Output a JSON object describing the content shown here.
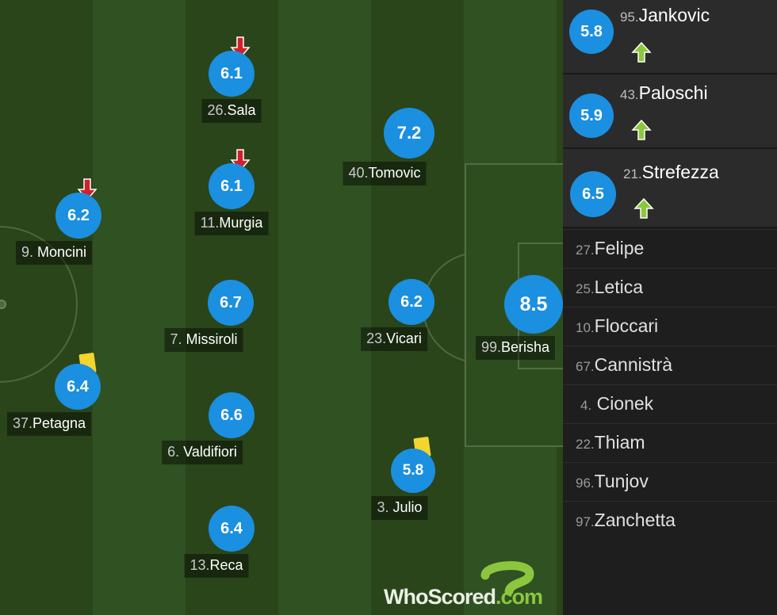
{
  "pitch": {
    "players": [
      {
        "id": "sala",
        "number": "26.",
        "name": "Sala",
        "rating": "6.1",
        "event": "sub-off"
      },
      {
        "id": "murgia",
        "number": "11.",
        "name": "Murgia",
        "rating": "6.1",
        "event": "sub-off"
      },
      {
        "id": "moncini",
        "number": "9.",
        "name": "Moncini",
        "rating": "6.2",
        "event": "sub-off"
      },
      {
        "id": "missiroli",
        "number": "7.",
        "name": "Missiroli",
        "rating": "6.7",
        "event": ""
      },
      {
        "id": "petagna",
        "number": "37.",
        "name": "Petagna",
        "rating": "6.4",
        "event": "yellow-card"
      },
      {
        "id": "valdifiori",
        "number": "6.",
        "name": "Valdifiori",
        "rating": "6.6",
        "event": ""
      },
      {
        "id": "reca",
        "number": "13.",
        "name": "Reca",
        "rating": "6.4",
        "event": ""
      },
      {
        "id": "tomovic",
        "number": "40.",
        "name": "Tomovic",
        "rating": "7.2",
        "event": ""
      },
      {
        "id": "vicari",
        "number": "23.",
        "name": "Vicari",
        "rating": "6.2",
        "event": ""
      },
      {
        "id": "julio",
        "number": "3.",
        "name": "Julio",
        "rating": "5.8",
        "event": "yellow-card"
      },
      {
        "id": "berisha",
        "number": "99.",
        "name": "Berisha",
        "rating": "8.5",
        "event": ""
      }
    ]
  },
  "substitutes": [
    {
      "number": "95.",
      "name": "Jankovic",
      "rating": "5.8"
    },
    {
      "number": "43.",
      "name": "Paloschi",
      "rating": "5.9"
    },
    {
      "number": "21.",
      "name": "Strefezza",
      "rating": "6.5"
    }
  ],
  "bench": [
    {
      "number": "27.",
      "name": "Felipe"
    },
    {
      "number": "25.",
      "name": "Letica"
    },
    {
      "number": "10.",
      "name": "Floccari"
    },
    {
      "number": "67.",
      "name": "Cannistrà"
    },
    {
      "number": "4.",
      "name": "Cionek"
    },
    {
      "number": "22.",
      "name": "Thiam"
    },
    {
      "number": "96.",
      "name": "Tunjov"
    },
    {
      "number": "97.",
      "name": "Zanchetta"
    }
  ],
  "logo": {
    "brand": "WhoScored",
    "suffix": ".com"
  },
  "colors": {
    "rating": "#1b8fe0",
    "pitch_dark": "#2a451a",
    "pitch_light": "#305121",
    "sub_on": "#8cc63f",
    "sub_off": "#d0202a",
    "yellow_card": "#f3d52d"
  },
  "icons": {
    "sub_on": "up-arrow-icon",
    "sub_off": "down-arrow-icon",
    "card": "yellow-card-icon"
  }
}
